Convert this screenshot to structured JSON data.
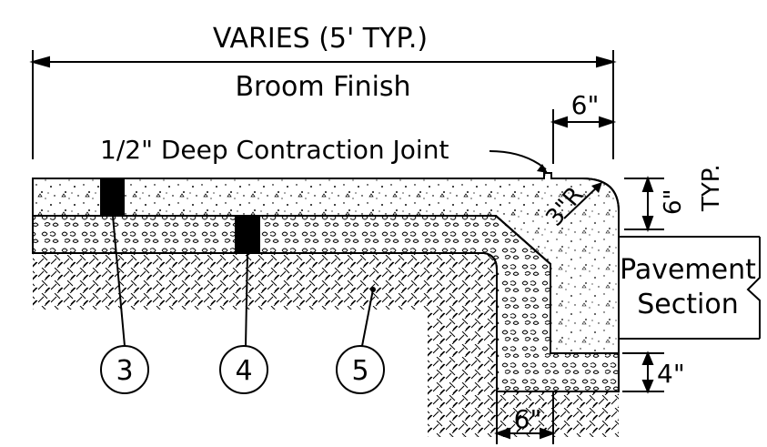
{
  "dimensions": {
    "overall_width": "VARIES (5' TYP.)",
    "curb_width": "6\"",
    "bottom_width": "6\"",
    "slab_thickness": "6\"",
    "slab_thickness_note": "TYP.",
    "base_thickness": "4\"",
    "radius": "3\"R"
  },
  "notes": {
    "finish": "Broom Finish",
    "joint": "1/2\" Deep Contraction Joint",
    "pavement_line1": "Pavement",
    "pavement_line2": "Section"
  },
  "callouts": [
    "3",
    "4",
    "5"
  ]
}
